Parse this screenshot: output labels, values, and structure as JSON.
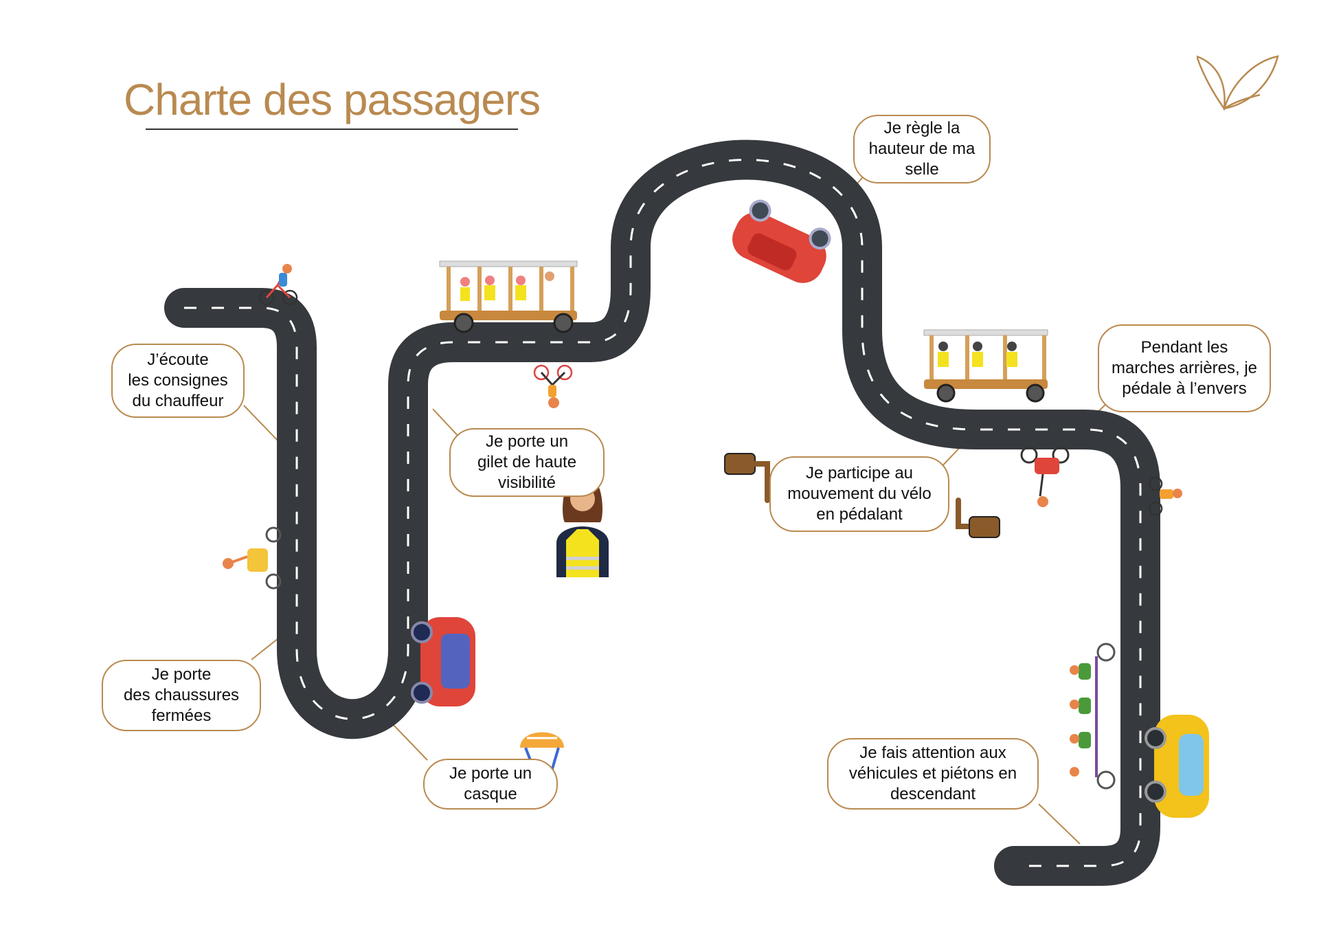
{
  "title": "Charte des passagers",
  "colors": {
    "accent": "#b98a50",
    "road": "#36393d",
    "road_marking": "#ffffff",
    "car_red": "#e0453a",
    "car_yellow": "#f3c21b",
    "vest_yellow": "#f4e21f"
  },
  "logo": {
    "icon": "leaf-logo-icon"
  },
  "rules": [
    {
      "id": "consignes",
      "text": "J’écoute\nles consignes\ndu chauffeur"
    },
    {
      "id": "chaussures",
      "text": "Je porte\ndes chaussures\nfermées"
    },
    {
      "id": "casque",
      "text": "Je porte un\ncasque"
    },
    {
      "id": "gilet",
      "text": "Je porte un\ngilet de haute\nvisibilité"
    },
    {
      "id": "selle",
      "text": "Je règle la\nhauteur de ma\nselle"
    },
    {
      "id": "pedalant",
      "text": "Je participe au\nmouvement du vélo\nen pédalant"
    },
    {
      "id": "marches",
      "text": "Pendant les\nmarches arrières, je\npédale à l’envers"
    },
    {
      "id": "attention",
      "text": "Je fais attention aux\nvéhicules et piétons en\ndescendant"
    }
  ],
  "illustrations": [
    "cyclist-icon",
    "pedal-bus-icon",
    "red-car-icon",
    "yellow-car-icon",
    "helmet-icon",
    "vest-woman-icon",
    "pedal-crank-icon",
    "tandem-bike-icon"
  ]
}
